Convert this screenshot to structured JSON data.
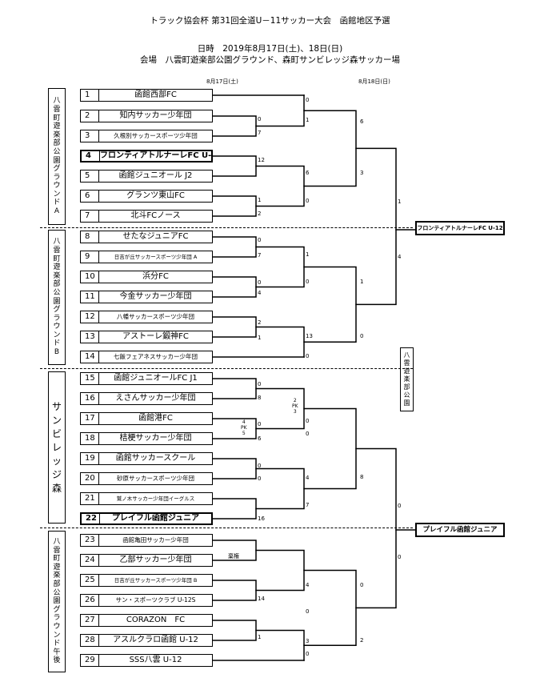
{
  "header": {
    "title": "トラック協会杯 第31回全道U－11サッカー大会　函館地区予選",
    "date": "日時　2019年8月17日(土)、18日(日)",
    "venue": "会場　八雲町遊楽部公園グラウンド、森町サンビレッジ森サッカー場"
  },
  "day_labels": {
    "day1": "8月17日(土)",
    "day2": "8月18日(日)"
  },
  "venues": [
    {
      "text": "八雲町遊楽部公園グラウンドA"
    },
    {
      "text": "八雲町遊楽部公園グラウンドB"
    },
    {
      "text": "サンビレッジ森"
    },
    {
      "text": "八雲町遊楽部公園グラウンド午後"
    }
  ],
  "side_venue": "八雲遊楽部公園",
  "teams": [
    {
      "num": "1",
      "name": "函館西部FC"
    },
    {
      "num": "2",
      "name": "知内サッカー少年団"
    },
    {
      "num": "3",
      "name": "久根別サッカースポーツ少年団"
    },
    {
      "num": "4",
      "name": "フロンティアトルナーレFC U-12"
    },
    {
      "num": "5",
      "name": "函館ジュニオール J2"
    },
    {
      "num": "6",
      "name": "グランツ東山FC"
    },
    {
      "num": "7",
      "name": "北斗FCノース"
    },
    {
      "num": "8",
      "name": "せたなジュニアFC"
    },
    {
      "num": "9",
      "name": "日吉が丘サッカースポーツ少年団 A"
    },
    {
      "num": "10",
      "name": "浜分FC"
    },
    {
      "num": "11",
      "name": "今金サッカー少年団"
    },
    {
      "num": "12",
      "name": "八幡サッカースポーツ少年団"
    },
    {
      "num": "13",
      "name": "アストーレ鍛神FC"
    },
    {
      "num": "14",
      "name": "七飯フェアネスサッカー少年団"
    },
    {
      "num": "15",
      "name": "函館ジュニオールFC J1"
    },
    {
      "num": "16",
      "name": "えさんサッカー少年団"
    },
    {
      "num": "17",
      "name": "函館港FC"
    },
    {
      "num": "18",
      "name": "桔梗サッカー少年団"
    },
    {
      "num": "19",
      "name": "函館サッカースクール"
    },
    {
      "num": "20",
      "name": "砂原サッカースポーツ少年団"
    },
    {
      "num": "21",
      "name": "鷲ノ木サッカー少年団イーグルス"
    },
    {
      "num": "22",
      "name": "プレイフル函館ジュニア"
    },
    {
      "num": "23",
      "name": "函館亀田サッカー少年団"
    },
    {
      "num": "24",
      "name": "乙部サッカー少年団"
    },
    {
      "num": "25",
      "name": "日吉が丘サッカースポーツ少年団 B"
    },
    {
      "num": "26",
      "name": "サン・スポーツクラブ U-12S"
    },
    {
      "num": "27",
      "name": "CORAZON　FC"
    },
    {
      "num": "28",
      "name": "アスルクラロ函館 U-12"
    },
    {
      "num": "29",
      "name": "SSS八雲 U-12"
    }
  ],
  "finalists": [
    "フロンティアトルナーレFC U-12",
    "プレイフル函館ジュニア"
  ],
  "bye_note": "棄権",
  "pk": [
    {
      "left": "2",
      "mid": "PK",
      "right": "3"
    },
    {
      "left": "4",
      "mid": "PK",
      "right": "5"
    }
  ],
  "scores": [
    "0",
    "1",
    "0",
    "7",
    "12",
    "6",
    "1",
    "2",
    "0",
    "0",
    "7",
    "1",
    "0",
    "0",
    "4",
    "2",
    "1",
    "13",
    "0",
    "6",
    "3",
    "1",
    "0",
    "1",
    "4",
    "0",
    "8",
    "0",
    "0",
    "0",
    "6",
    "0",
    "0",
    "16",
    "4",
    "7",
    "8",
    "0",
    "0",
    "0",
    "14",
    "4",
    "0",
    "1",
    "3",
    "0",
    "2"
  ]
}
